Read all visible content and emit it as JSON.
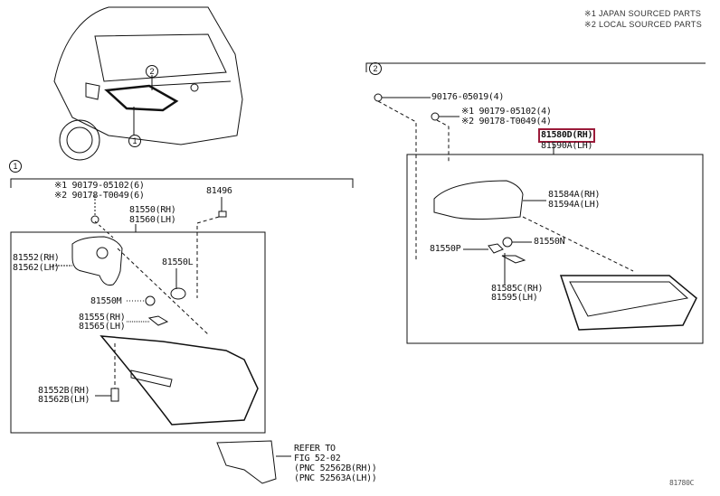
{
  "legend": {
    "line1": "※1 JAPAN SOURCED PARTS",
    "line2": "※2 LOCAL SOURCED PARTS"
  },
  "accent_color": "#9b1b3a",
  "callouts": {
    "c1": "1",
    "c2": "2"
  },
  "section1": {
    "marker": "1",
    "fastener_a": "※1 90179-05102(6)",
    "fastener_b": "※2 90178-T0049(6)",
    "p81496": "81496",
    "p81550_rh": "81550(RH)",
    "p81560_lh": "81560(LH)",
    "p81552_rh": "81552(RH)",
    "p81562_lh": "81562(LH)",
    "p81550l": "81550L",
    "p81550m": "81550M",
    "p81555_rh": "81555(RH)",
    "p81565_lh": "81565(LH)",
    "p81552b_rh": "81552B(RH)",
    "p81562b_lh": "81562B(LH)"
  },
  "refer": {
    "line1": "REFER TO",
    "line2": "FIG 52-02",
    "line3": "(PNC 52562B(RH))",
    "line4": "(PNC 52563A(LH))"
  },
  "section2": {
    "marker": "2",
    "p90176": "90176-05019(4)",
    "fastener_a": "※1 90179-05102(4)",
    "fastener_b": "※2 90178-T0049(4)",
    "p81580d_rh": "81580D(RH)",
    "p81590a_lh": "81590A(LH)",
    "p81584a_rh": "81584A(RH)",
    "p81594a_lh": "81594A(LH)",
    "p81550p": "81550P",
    "p81550n": "81550N",
    "p81585c_rh": "81585C(RH)",
    "p81595_lh": "81595(LH)"
  },
  "figure_id": "81780C"
}
